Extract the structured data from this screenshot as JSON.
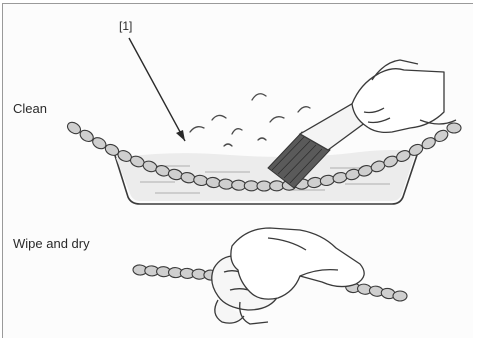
{
  "figure": {
    "callout_label": "[1]",
    "steps": [
      {
        "label": "Clean"
      },
      {
        "label": "Wipe and dry"
      }
    ],
    "colors": {
      "line": "#3a3a3a",
      "liquid": "#e4e4e4",
      "chain": "#cfcfcf",
      "brush_bristles": "#555555"
    }
  }
}
